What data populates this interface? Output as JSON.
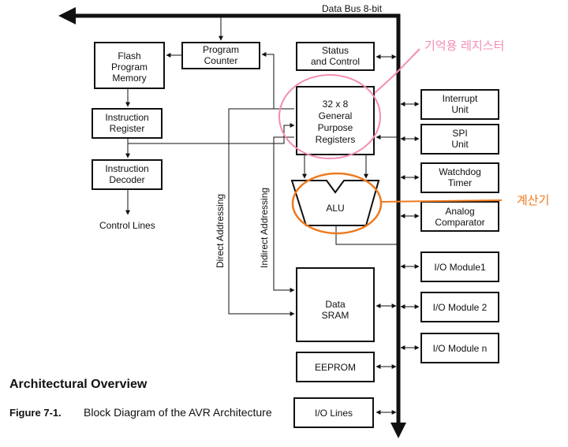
{
  "bus_label": "Data Bus 8-bit",
  "blocks": {
    "flash": [
      "Flash",
      "Program",
      "Memory"
    ],
    "program_counter": [
      "Program",
      "Counter"
    ],
    "status_control": [
      "Status",
      "and Control"
    ],
    "registers": [
      "32 x 8",
      "General",
      "Purpose",
      "Registers"
    ],
    "instruction_register": [
      "Instruction",
      "Register"
    ],
    "instruction_decoder": [
      "Instruction",
      "Decoder"
    ],
    "alu": "ALU",
    "data_sram": [
      "Data",
      "SRAM"
    ],
    "eeprom": "EEPROM",
    "io_lines": "I/O Lines",
    "interrupt": [
      "Interrupt",
      "Unit"
    ],
    "spi": [
      "SPI",
      "Unit"
    ],
    "watchdog": [
      "Watchdog",
      "Timer"
    ],
    "analog": [
      "Analog",
      "Comparator"
    ],
    "io1": "I/O Module1",
    "io2": "I/O Module 2",
    "ion": "I/O Module n"
  },
  "labels": {
    "control_lines": "Control Lines",
    "direct_addressing": "Direct Addressing",
    "indirect_addressing": "Indirect Addressing"
  },
  "annotations": {
    "memory_registers": "기억용 레지스터",
    "calculator": "계산기",
    "pink_color": "#f48cb5",
    "orange_color": "#ee7a1e"
  },
  "caption": {
    "heading": "Architectural Overview",
    "figure_number": "Figure 7-1.",
    "figure_title": "Block Diagram of the AVR Architecture"
  }
}
